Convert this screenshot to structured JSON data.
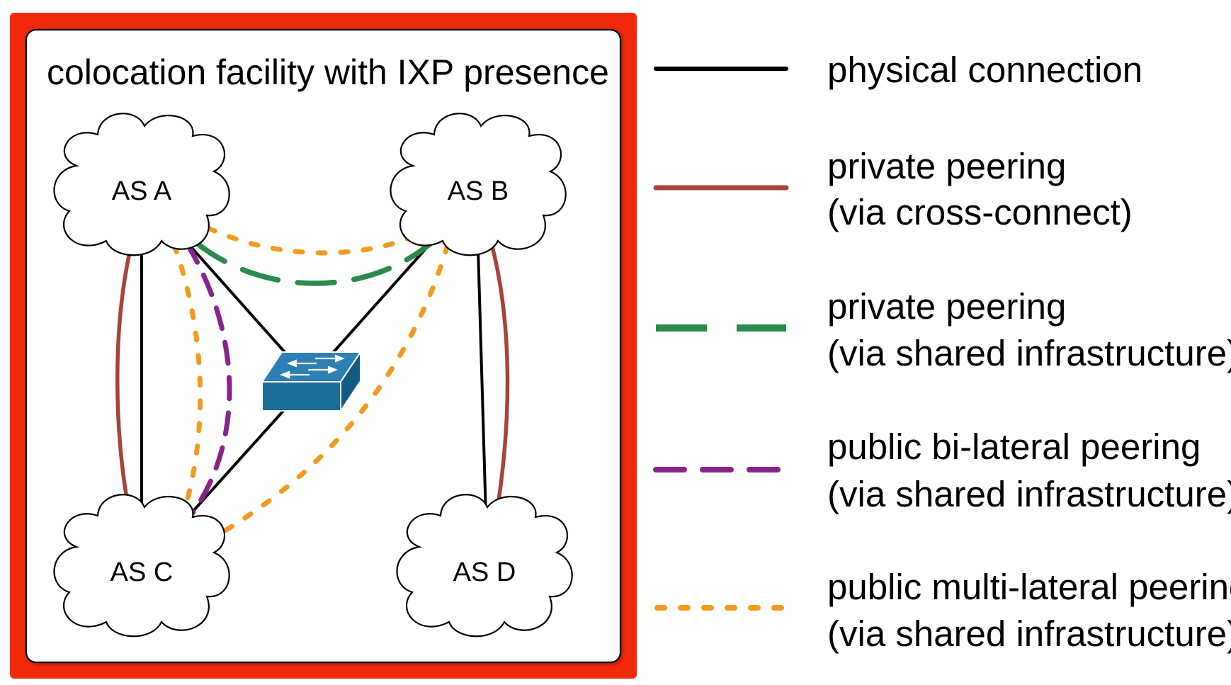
{
  "facility": {
    "title": "colocation facility with IXP presence",
    "frame_color": "#f22a0c"
  },
  "nodes": {
    "as_a": "AS A",
    "as_b": "AS B",
    "as_c": "AS C",
    "as_d": "AS D"
  },
  "switch": {
    "icon": "network-switch-icon",
    "color": "#1d6e9d"
  },
  "colors": {
    "physical": "#000000",
    "private_cross_connect": "#a8423a",
    "private_shared": "#2a8a4f",
    "public_bilateral": "#8a238f",
    "public_multilateral": "#f39a1e"
  },
  "legend": [
    {
      "key": "physical",
      "line1": "physical connection",
      "line2": ""
    },
    {
      "key": "private_cross_connect",
      "line1": "private peering",
      "line2": "(via cross-connect)"
    },
    {
      "key": "private_shared",
      "line1": "private peering",
      "line2": "(via shared infrastructure)"
    },
    {
      "key": "public_bilateral",
      "line1": "public bi-lateral peering",
      "line2": "(via shared infrastructure)"
    },
    {
      "key": "public_multilateral",
      "line1": "public multi-lateral peering",
      "line2": "(via shared infrastructure)"
    }
  ]
}
